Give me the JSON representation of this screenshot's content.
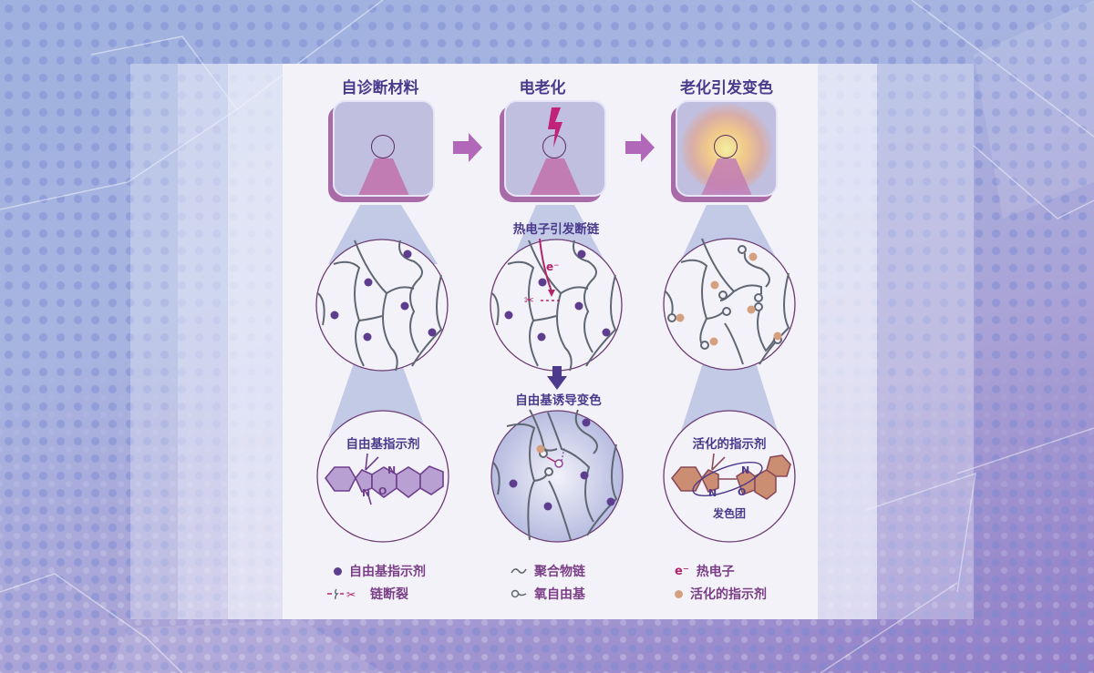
{
  "steps": [
    {
      "title": "自诊断材料",
      "icon": "plain-square"
    },
    {
      "title": "电老化",
      "icon": "lightning-bolt"
    },
    {
      "title": "老化引发变色",
      "icon": "glow"
    }
  ],
  "mid_labels": {
    "hot_electron_scission": "热电子引发断链",
    "radical_induced_color": "自由基诱导变色",
    "electron_symbol": "e⁻"
  },
  "molecules": {
    "indicator_label": "自由基指示剂",
    "activated_label": "活化的指示剂",
    "chromophore_label": "发色团",
    "atom_n": "N",
    "atom_o": "O"
  },
  "legend": [
    {
      "symbol": "purple-dot",
      "label": "自由基指示剂"
    },
    {
      "symbol": "wavy-line",
      "label": "聚合物链"
    },
    {
      "symbol": "hot-electron",
      "symbol_text": "e⁻",
      "label": "热电子"
    },
    {
      "symbol": "chain-scission",
      "label": "链断裂"
    },
    {
      "symbol": "open-circle-line",
      "label": "氧自由基"
    },
    {
      "symbol": "tan-dot",
      "label": "活化的指示剂"
    }
  ],
  "colors": {
    "title": "#4a3a8c",
    "indicator_dot": "#5e3d8f",
    "activated_dot": "#d4a080",
    "chain": "#5f6773",
    "electron": "#b0246a",
    "box_fill": "#c1bfe0",
    "box_shadow": "#a96aa8",
    "molecule_purple": "#b9a0d2",
    "molecule_orange": "#cc8e72"
  }
}
